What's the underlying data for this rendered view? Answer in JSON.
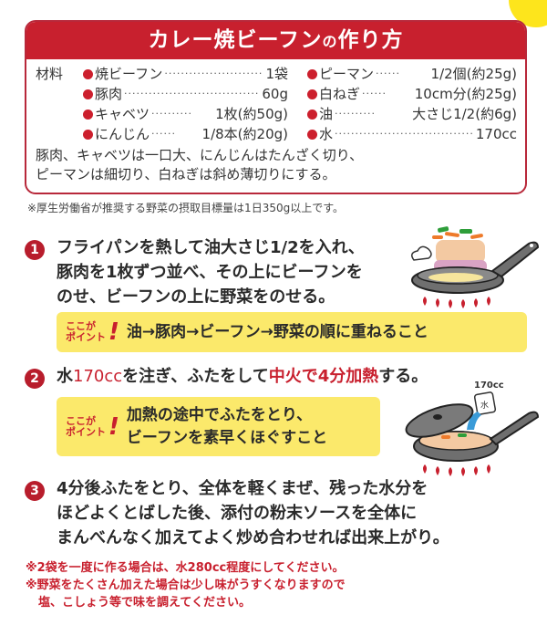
{
  "title": {
    "main_pre": "カレー焼ビーフン",
    "particle": "の",
    "main_post": "作り方"
  },
  "ingredients": {
    "label": "材料",
    "left": [
      {
        "name": "焼ビーフン",
        "amount": "1袋"
      },
      {
        "name": "豚肉",
        "amount": "60g"
      },
      {
        "name": "キャベツ",
        "amount": "1枚(約50g)"
      },
      {
        "name": "にんじん",
        "amount": "1/8本(約20g)"
      }
    ],
    "right": [
      {
        "name": "ピーマン",
        "amount": "1/2個(約25g)"
      },
      {
        "name": "白ねぎ",
        "amount": "10cm分(約25g)"
      },
      {
        "name": "油",
        "amount": "大さじ1/2(約6g)"
      },
      {
        "name": "水",
        "amount": "170cc"
      }
    ],
    "prep_lines": [
      "豚肉、キャベツは一口大、にんじんはたんざく切り、",
      "ピーマンは細切り、白ねぎは斜め薄切りにする。"
    ]
  },
  "vegetable_note": "※厚生労働省が推奨する野菜の摂取目標量は1日350g以上です。",
  "steps": [
    {
      "number": "1",
      "lines": [
        "フライパンを熱して油大さじ1/2を入れ、",
        "豚肉を1枚ずつ並べ、その上にビーフンを",
        "のせ、ビーフンの上に野菜をのせる。"
      ],
      "point_tag_1": "ここが",
      "point_tag_2": "ポイント",
      "point_bang": "!",
      "point_lines": [
        "油→豚肉→ビーフン→野菜の順に重ねること"
      ]
    },
    {
      "number": "2",
      "text_1": "水",
      "text_red_1": "170cc",
      "text_2": "を注ぎ、ふたをして",
      "text_red_2": "中火で4分加熱",
      "text_3": "する。",
      "point_tag_1": "ここが",
      "point_tag_2": "ポイント",
      "point_bang": "!",
      "point_lines": [
        "加熱の途中でふたをとり、",
        "ビーフンを素早くほぐすこと"
      ],
      "illustration_label": "170cc",
      "jug_label": "水"
    },
    {
      "number": "3",
      "lines": [
        "4分後ふたをとり、全体を軽くまぜ、残った水分を",
        "ほどよくとばした後、添付の粉末ソースを全体に",
        "まんべんなく加えてよく炒め合わせれば出来上がり。"
      ]
    }
  ],
  "bottom_notes": [
    "※2袋を一度に作る場合は、水280cc程度にしてください。",
    "※野菜をたくさん加えた場合は少し味がうすくなりますので",
    "塩、こしょう等で味を調えてください。"
  ],
  "colors": {
    "brand_red": "#c8202e",
    "point_yellow": "#fbe96b",
    "accent_yellow": "#fde51c"
  },
  "icons": {
    "pan_step1": "frying-pan-icon",
    "pan_step2": "covered-pan-icon",
    "flame": "flame-icon"
  }
}
